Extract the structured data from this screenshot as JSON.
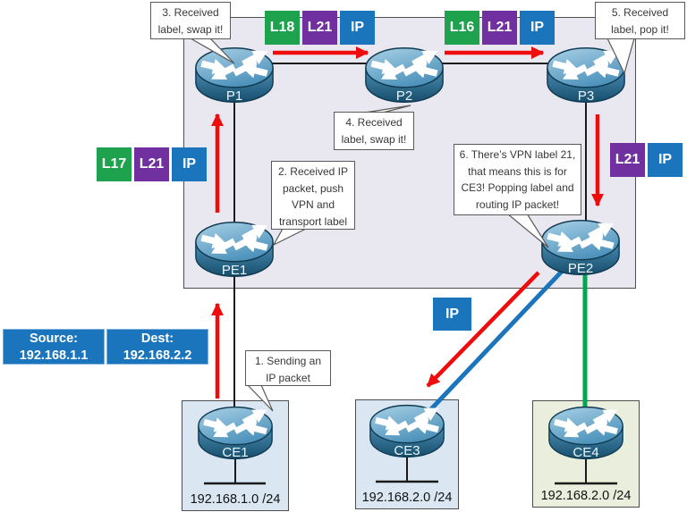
{
  "callouts": {
    "c1": {
      "lines": [
        "1. Sending an",
        "IP packet"
      ]
    },
    "c2": {
      "lines": [
        "2. Received IP",
        "packet, push",
        "VPN and",
        "transport label"
      ]
    },
    "c3": {
      "lines": [
        "3. Received",
        "label, swap it!"
      ]
    },
    "c4": {
      "lines": [
        "4. Received",
        "label, swap it!"
      ]
    },
    "c5": {
      "lines": [
        "5. Received",
        "label, pop it!"
      ]
    },
    "c6": {
      "lines": [
        "6. There’s VPN label 21,",
        "that means this is for",
        "CE3! Popping label and",
        "routing IP packet!"
      ]
    }
  },
  "labels": {
    "top_left": [
      {
        "text": "L18",
        "kind": "green"
      },
      {
        "text": "L21",
        "kind": "purple"
      },
      {
        "text": "IP",
        "kind": "blue"
      }
    ],
    "top_right": [
      {
        "text": "L16",
        "kind": "green"
      },
      {
        "text": "L21",
        "kind": "purple"
      },
      {
        "text": "IP",
        "kind": "blue"
      }
    ],
    "left": [
      {
        "text": "L17",
        "kind": "green"
      },
      {
        "text": "L21",
        "kind": "purple"
      },
      {
        "text": "IP",
        "kind": "blue"
      }
    ],
    "right": [
      {
        "text": "L21",
        "kind": "purple"
      },
      {
        "text": "IP",
        "kind": "blue"
      }
    ],
    "floating_ip": {
      "text": "IP",
      "kind": "blue"
    }
  },
  "routers": {
    "p1": "P1",
    "p2": "P2",
    "p3": "P3",
    "pe1": "PE1",
    "pe2": "PE2",
    "ce1": "CE1",
    "ce3": "CE3",
    "ce4": "CE4"
  },
  "networks": {
    "ce1": "192.168.1.0 /24",
    "ce3": "192.168.2.0 /24",
    "ce4": "192.168.2.0 /24"
  },
  "packet": {
    "source_label": "Source:",
    "source_ip": "192.168.1.1",
    "dest_label": "Dest:",
    "dest_ip": "192.168.2.2"
  },
  "colors": {
    "label_green": "#1FA24D",
    "label_purple": "#7030A0",
    "label_blue": "#1B75BC",
    "arrow_red": "#EE0C0C",
    "link_blue": "#1B75BC",
    "link_green": "#00A651",
    "core_fill": "#E9E8F0",
    "lan_blue_fill": "#DAE7F2",
    "lan_green_fill": "#EAEEDC"
  }
}
